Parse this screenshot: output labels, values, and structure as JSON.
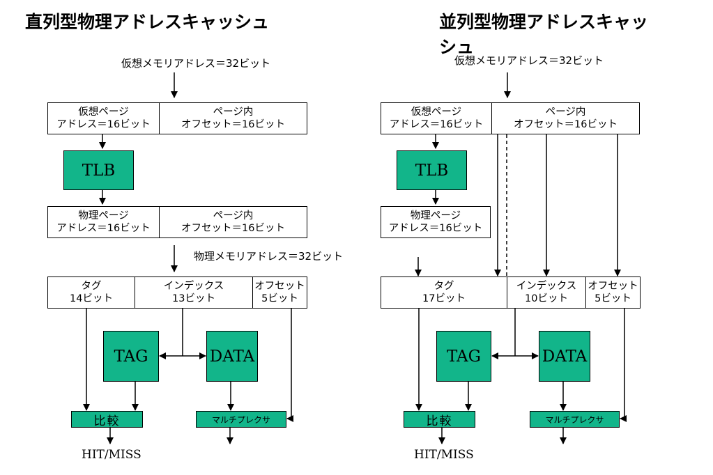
{
  "left": {
    "title": "直列型物理アドレスキャッシュ",
    "vaddr": "仮想メモリアドレス＝32ビット",
    "vpage": {
      "line1": "仮想ページ",
      "line2": "アドレス＝16ビット"
    },
    "voff": {
      "line1": "ページ内",
      "line2": "オフセット＝16ビット"
    },
    "tlb": "TLB",
    "ppage": {
      "line1": "物理ページ",
      "line2": "アドレス＝16ビット"
    },
    "poff": {
      "line1": "ページ内",
      "line2": "オフセット＝16ビット"
    },
    "paddr": "物理メモリアドレス＝32ビット",
    "tag_field": {
      "line1": "タグ",
      "line2": "14ビット"
    },
    "index_field": {
      "line1": "インデックス",
      "line2": "13ビット"
    },
    "offset_field": {
      "line1": "オフセット",
      "line2": "5ビット"
    },
    "tag_array": "TAG",
    "data_array": "DATA",
    "compare": "比較",
    "mux": "マルチプレクサ",
    "result": "HIT/MISS"
  },
  "right": {
    "title_line1": "並列型物理アドレスキャッ",
    "title_line2": "シュ",
    "vaddr": "仮想メモリアドレス＝32ビット",
    "vpage": {
      "line1": "仮想ページ",
      "line2": "アドレス＝16ビット"
    },
    "voff": {
      "line1": "ページ内",
      "line2": "オフセット＝16ビット"
    },
    "tlb": "TLB",
    "ppage": {
      "line1": "物理ページ",
      "line2": "アドレス＝16ビット"
    },
    "tag_field": {
      "line1": "タグ",
      "line2": "17ビット"
    },
    "index_field": {
      "line1": "インデックス",
      "line2": "10ビット"
    },
    "offset_field": {
      "line1": "オフセット",
      "line2": "5ビット"
    },
    "tag_array": "TAG",
    "data_array": "DATA",
    "compare": "比較",
    "mux": "マルチプレクサ",
    "result": "HIT/MISS"
  },
  "colors": {
    "block_fill": "#12b58a",
    "line": "#000000",
    "background": "#ffffff"
  }
}
